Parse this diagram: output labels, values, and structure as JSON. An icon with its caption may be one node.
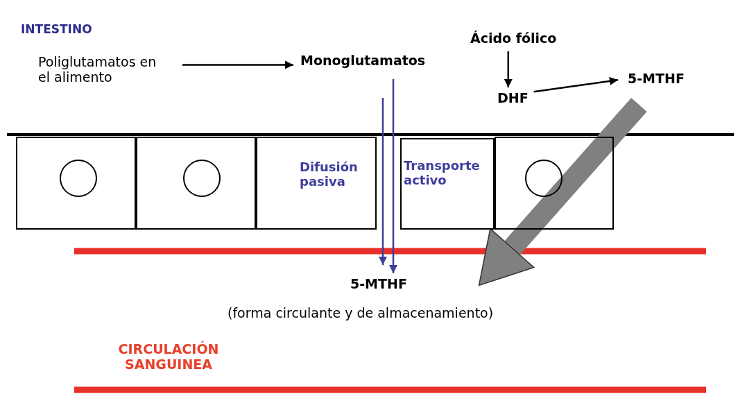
{
  "diagram": {
    "nodes": [
      {
        "text": [
          "Poliglutamatos en el alimento"
        ]
      },
      {
        "text": [
          "Monoglutamatos"
        ]
      },
      {
        "text": [
          "Ácido fólico"
        ]
      },
      {
        "text": [
          "DHF"
        ]
      },
      {
        "text": [
          "5-MTHF"
        ]
      },
      {
        "text": [
          "5-MTHF"
        ],
        "beside": [
          "(forma circulante y de almacenamiento)"
        ]
      },
      {
        "text": [],
        "shape": "box"
      },
      {
        "text": [],
        "shape": "circle",
        "in": 6
      },
      {
        "text": [],
        "shape": "box"
      },
      {
        "text": [],
        "shape": "circle",
        "in": 8
      },
      {
        "text": [],
        "shape": "box"
      },
      {
        "text": [],
        "shape": "box"
      },
      {
        "text": [],
        "shape": "box"
      },
      {
        "text": [],
        "shape": "circle",
        "in": 12
      }
    ],
    "edges": [
      {
        "from": 0,
        "to": 1,
        "arrow": "to"
      },
      {
        "from": 2,
        "to": 3,
        "arrow": "to"
      },
      {
        "from": 3,
        "to": 4,
        "arrow": "to"
      },
      {
        "from": 1,
        "to": 5,
        "arrow": "to",
        "label": "Difusión pasiva",
        "color": "#3d3d9e"
      },
      {
        "from": 1,
        "to": 5,
        "arrow": "to",
        "label": "Transporte activo",
        "color": "#3d3d9e"
      },
      {
        "from": 4,
        "to": 5,
        "arrow": "to",
        "style": "thick",
        "color": "#808080"
      }
    ],
    "labels": [
      "INTESTINO",
      "CIRCULACIÓN SANGUINEA"
    ]
  }
}
